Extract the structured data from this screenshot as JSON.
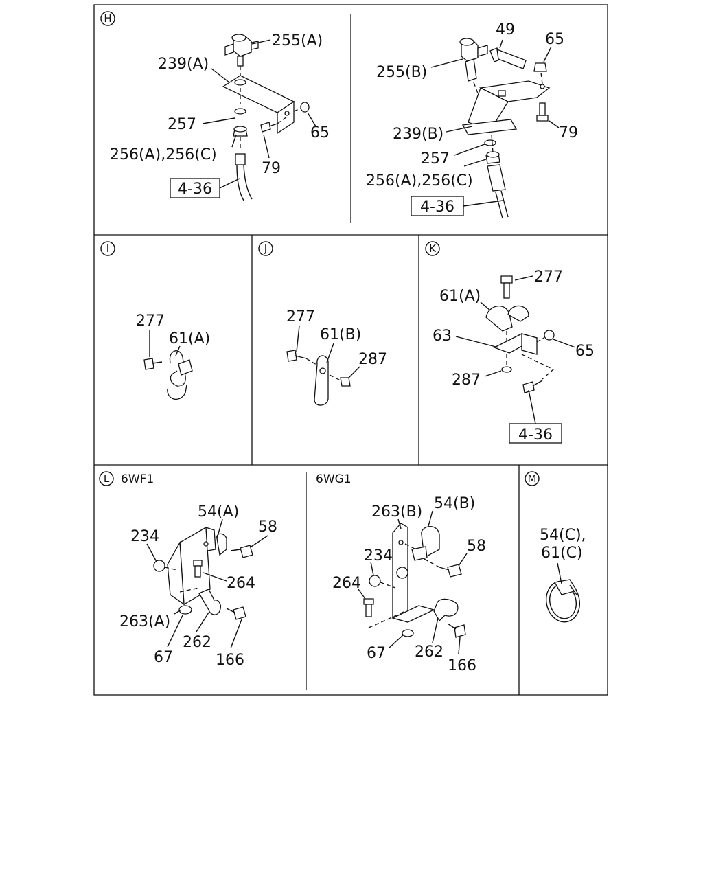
{
  "panels": {
    "H": {
      "marker": "H",
      "left": {
        "l255a": "255(A)",
        "l239a": "239(A)",
        "l257": "257",
        "l65": "65",
        "l256": "256(A),256(C)",
        "l79": "79",
        "ref": "4-36"
      },
      "right": {
        "l49": "49",
        "l65": "65",
        "l255b": "255(B)",
        "l239b": "239(B)",
        "l79": "79",
        "l257": "257",
        "l256": "256(A),256(C)",
        "ref": "4-36"
      }
    },
    "I": {
      "marker": "I",
      "l277": "277",
      "l61a": "61(A)"
    },
    "J": {
      "marker": "J",
      "l277": "277",
      "l61b": "61(B)",
      "l287": "287"
    },
    "K": {
      "marker": "K",
      "l277": "277",
      "l61a": "61(A)",
      "l63": "63",
      "l65": "65",
      "l287": "287",
      "ref": "4-36"
    },
    "L": {
      "marker": "L",
      "left": {
        "variant": "6WF1",
        "l54a": "54(A)",
        "l234": "234",
        "l58": "58",
        "l264": "264",
        "l263a": "263(A)",
        "l67": "67",
        "l262": "262",
        "l166": "166"
      },
      "right": {
        "variant": "6WG1",
        "l263b": "263(B)",
        "l54b": "54(B)",
        "l234": "234",
        "l58": "58",
        "l264": "264",
        "l67": "67",
        "l262": "262",
        "l166": "166"
      }
    },
    "M": {
      "marker": "M",
      "l54c": "54(C),",
      "l61c": "61(C)"
    }
  }
}
